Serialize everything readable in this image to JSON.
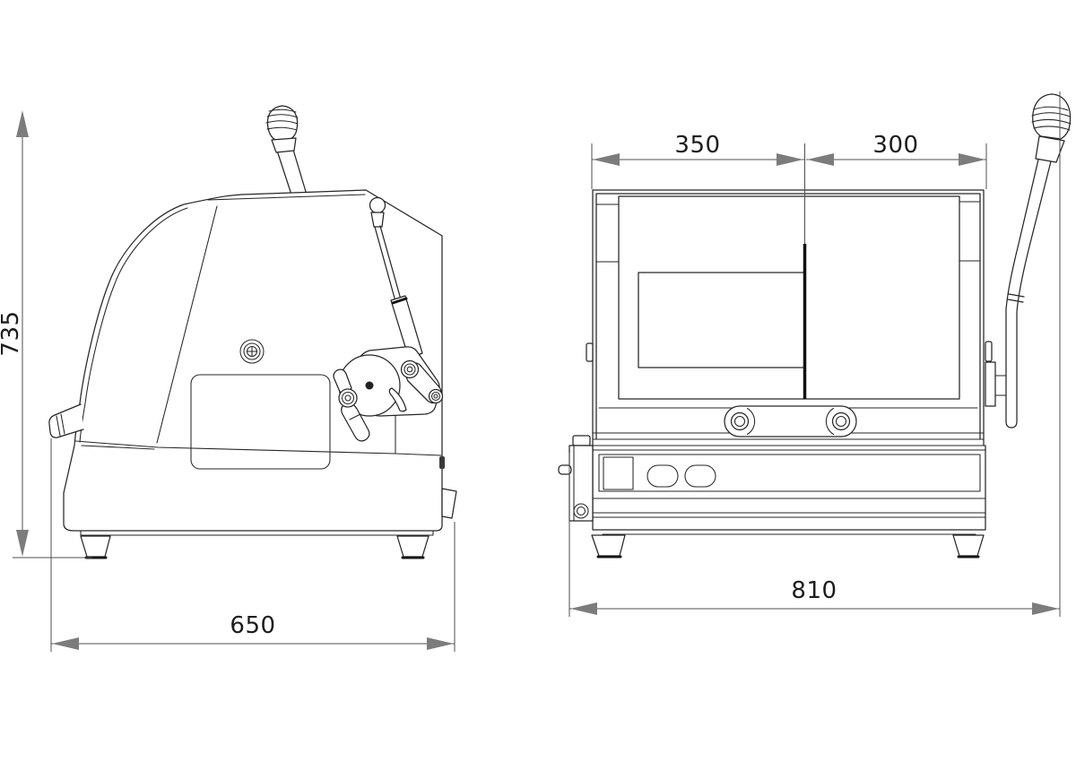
{
  "drawing": {
    "dimensions": {
      "height": "735",
      "depth": "650",
      "width_left": "350",
      "width_right": "300",
      "width_total": "810"
    },
    "colors": {
      "background": "#ffffff",
      "line": "#262626",
      "dimension_line": "#4f4f4f",
      "dimension_arrow": "#7c7c7c",
      "dimension_text": "#1c1c1c"
    }
  }
}
